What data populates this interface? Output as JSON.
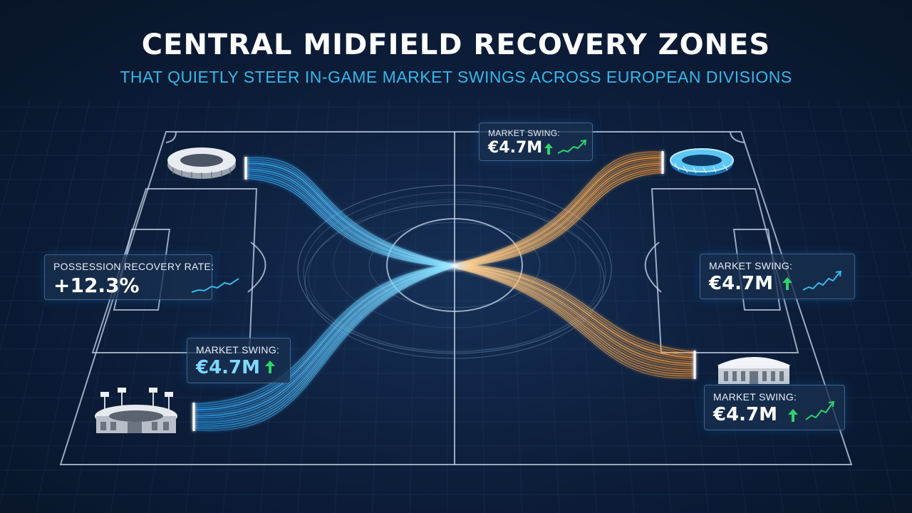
{
  "header": {
    "title": "CENTRAL MIDFIELD RECOVERY ZONES",
    "subtitle": "THAT QUIETLY STEER IN-GAME MARKET SWINGS ACROSS EUROPEAN DIVISIONS"
  },
  "cards": {
    "possession": {
      "label": "POSSESSION RECOVERY RATE:",
      "value": "+12.3%"
    },
    "swing_top": {
      "label": "MARKET SWING:",
      "value": "€4.7M"
    },
    "swing_left": {
      "label": "MARKET SWING:",
      "value": "€4.7M"
    },
    "swing_right": {
      "label": "MARKET SWING:",
      "value": "€4.7M"
    },
    "swing_bottom_right": {
      "label": "MARKET SWING:",
      "value": "€4.7M"
    }
  },
  "colors": {
    "background": "#0d1f3c",
    "accent_blue": "#35b8ea",
    "accent_orange": "#f0a040",
    "positive_green": "#2fd36b",
    "pitch_lines": "#c8d8ec"
  },
  "icons": [
    "stadium-icon",
    "up-arrow-icon",
    "sparkline-icon"
  ]
}
